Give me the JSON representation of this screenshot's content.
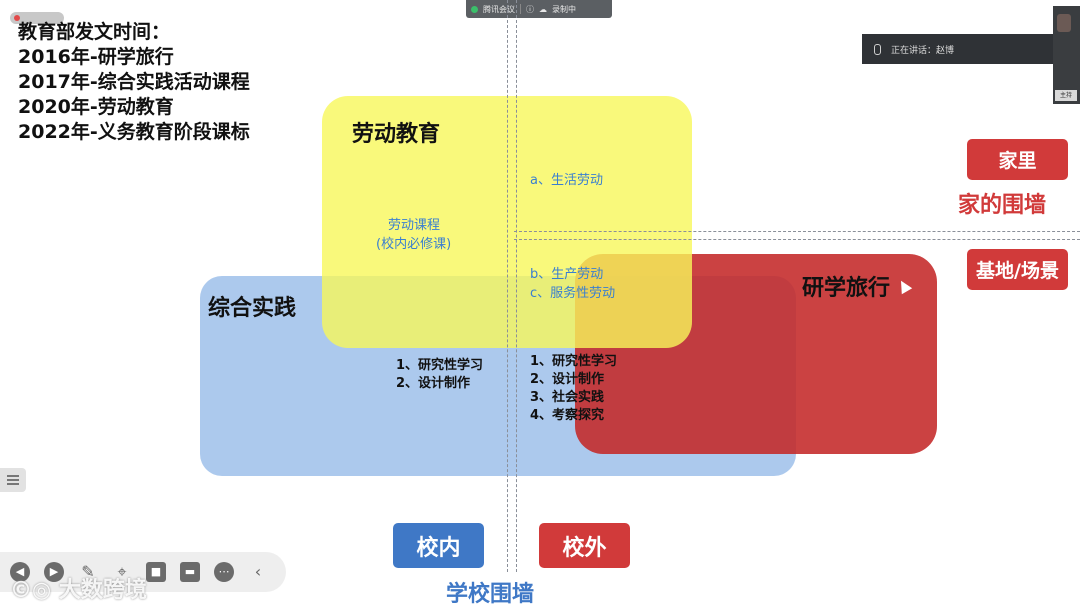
{
  "meeting": {
    "bar_label_1": "腾讯会议",
    "bar_label_2": "录制中",
    "speaker_prefix": "正在讲话：",
    "speaker_name": "赵博",
    "video_tag": "主持"
  },
  "slide": {
    "intro_lines": [
      "教育部发文时间：",
      "2016年-研学旅行",
      "2017年-综合实践活动课程",
      "2020年-劳动教育",
      "2022年-义务教育阶段课标"
    ],
    "labor": {
      "title": "劳动教育",
      "course_line1": "劳动课程",
      "course_line2": "(校内必修课)",
      "item_a": "a、生活劳动",
      "item_b": "b、生产劳动",
      "item_c": "c、服务性劳动"
    },
    "practice": {
      "title": "综合实践",
      "items": [
        "1、研究性学习",
        "2、设计制作"
      ]
    },
    "study_tour": {
      "title": "研学旅行",
      "items": [
        "1、研究性学习",
        "2、设计制作",
        "3、社会实践",
        "4、考察探究"
      ]
    },
    "home_tag": "家里",
    "home_wall": "家的围墙",
    "base_tag": "基地/场景",
    "inside_tag": "校内",
    "outside_tag": "校外",
    "school_wall": "学校围墙"
  },
  "watermark": "大数跨境",
  "colors": {
    "yellow": "#f8f85a",
    "blue": "#8cb4e6",
    "red": "#c42828",
    "tag_red": "#d13a3a",
    "tag_blue": "#3f78c6"
  }
}
